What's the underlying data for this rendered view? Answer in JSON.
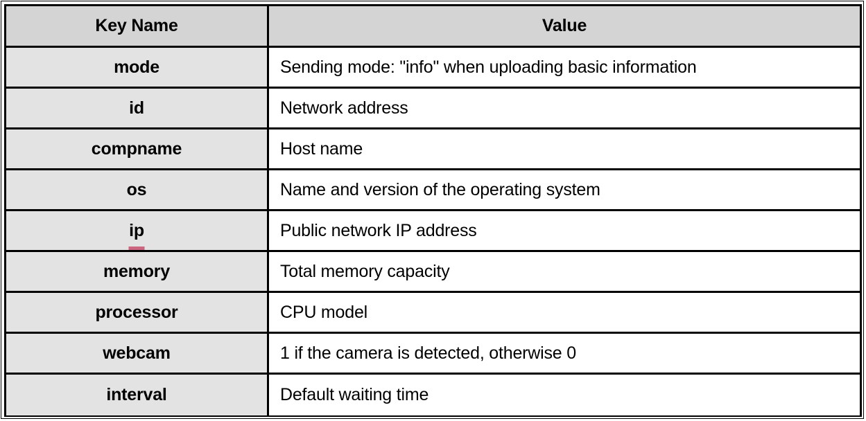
{
  "table": {
    "columns": [
      {
        "id": "key_name",
        "label": "Key Name",
        "align": "center"
      },
      {
        "id": "value",
        "label": "Value",
        "align": "center"
      }
    ],
    "rows": [
      {
        "key": "mode",
        "value": "Sending mode: \"info\" when uploading basic information",
        "spellcheck_underline": false
      },
      {
        "key": "id",
        "value": "Network address",
        "spellcheck_underline": false
      },
      {
        "key": "compname",
        "value": "Host name",
        "spellcheck_underline": false
      },
      {
        "key": "os",
        "value": "Name and version of the operating system",
        "spellcheck_underline": false
      },
      {
        "key": "ip",
        "value": "Public network IP address",
        "spellcheck_underline": true
      },
      {
        "key": "memory",
        "value": "Total memory capacity",
        "spellcheck_underline": false
      },
      {
        "key": "processor",
        "value": "CPU model",
        "spellcheck_underline": false
      },
      {
        "key": "webcam",
        "value": "1 if the camera is detected, otherwise 0",
        "spellcheck_underline": false
      },
      {
        "key": "interval",
        "value": "Default waiting time",
        "spellcheck_underline": false
      }
    ]
  },
  "colors": {
    "header_background": "#d4d4d4",
    "key_cell_background": "#e3e3e3",
    "value_cell_background": "#ffffff",
    "grid_line": "#000000",
    "text": "#000000",
    "spellcheck_underline": "#cc6680"
  }
}
